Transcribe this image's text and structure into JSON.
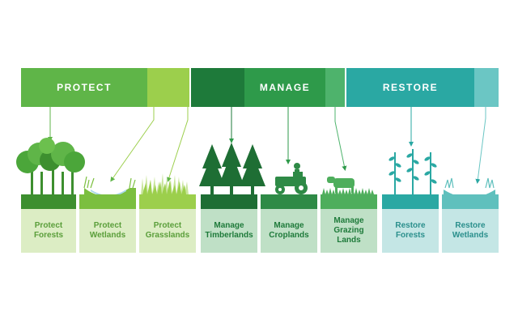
{
  "groups": [
    {
      "label": "PROTECT",
      "main_color": "#5fb548",
      "accent_color": "#9ccf4c"
    },
    {
      "label": "MANAGE",
      "main_color": "#2e9a4a",
      "accent_color": "#4eb36c",
      "dark_color": "#1e7a3a"
    },
    {
      "label": "RESTORE",
      "main_color": "#2aa8a3",
      "accent_color": "#6bc6c4"
    }
  ],
  "cards": [
    {
      "label": "Protect Forests",
      "text_color": "#5a9e3a",
      "base_color": "#3d8f2f",
      "bg_color": "#dcedc4",
      "icon": "forest-icon"
    },
    {
      "label": "Protect Wetlands",
      "text_color": "#5a9e3a",
      "base_color": "#7bbf3f",
      "bg_color": "#dcedc4",
      "icon": "wetland-icon"
    },
    {
      "label": "Protect Grasslands",
      "text_color": "#5a9e3a",
      "base_color": "#9ccf4c",
      "bg_color": "#dcedc4",
      "icon": "grassland-icon"
    },
    {
      "label": "Manage Timberlands",
      "text_color": "#1e7a3a",
      "base_color": "#1e6e34",
      "bg_color": "#bfe0c6",
      "icon": "timberland-icon"
    },
    {
      "label": "Manage Croplands",
      "text_color": "#1e7a3a",
      "base_color": "#2e8a46",
      "bg_color": "#bfe0c6",
      "icon": "tractor-icon"
    },
    {
      "label": "Manage Grazing Lands",
      "text_color": "#1e7a3a",
      "base_color": "#4eae5c",
      "bg_color": "#bfe0c6",
      "icon": "cow-icon"
    },
    {
      "label": "Restore Forests",
      "text_color": "#2a8f8c",
      "base_color": "#2aa8a3",
      "bg_color": "#c4e6e5",
      "icon": "saplings-icon"
    },
    {
      "label": "Restore Wetlands",
      "text_color": "#2a8f8c",
      "base_color": "#5fc0bd",
      "bg_color": "#c4e6e5",
      "icon": "fish-wetland-icon"
    }
  ]
}
